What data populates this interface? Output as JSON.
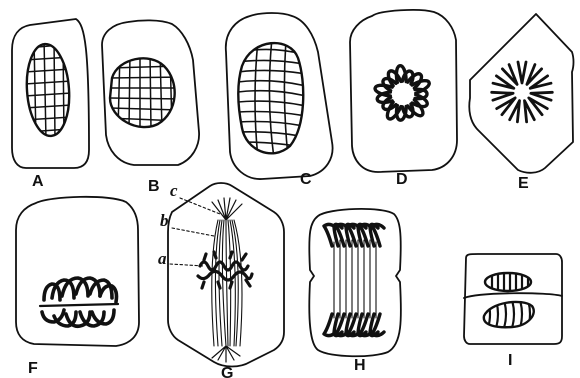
{
  "figure": {
    "panels": [
      {
        "id": "A",
        "label": "A",
        "stage": "resting-nucleus-network"
      },
      {
        "id": "B",
        "label": "B",
        "stage": "resting-nucleus-network-round"
      },
      {
        "id": "C",
        "label": "C",
        "stage": "early-prophase-threads"
      },
      {
        "id": "D",
        "label": "D",
        "stage": "prophase-loops"
      },
      {
        "id": "E",
        "label": "E",
        "stage": "prophase-star"
      },
      {
        "id": "F",
        "label": "F",
        "stage": "metaphase-plate"
      },
      {
        "id": "G",
        "label": "G",
        "stage": "spindle-with-callouts"
      },
      {
        "id": "H",
        "label": "H",
        "stage": "anaphase-telophase"
      },
      {
        "id": "I",
        "label": "I",
        "stage": "daughter-cells"
      }
    ],
    "callouts": [
      {
        "id": "c",
        "label": "c"
      },
      {
        "id": "b",
        "label": "b"
      },
      {
        "id": "a",
        "label": "a"
      }
    ],
    "ink_color": "#111111",
    "paper_color": "#ffffff"
  }
}
